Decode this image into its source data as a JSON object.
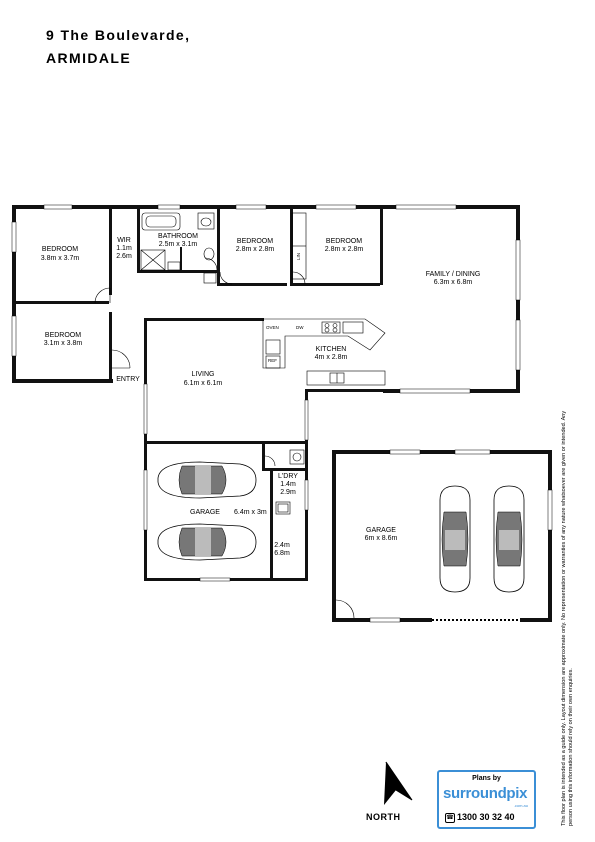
{
  "address": {
    "line1": "9 The Boulevarde,",
    "line2": "ARMIDALE"
  },
  "rooms": {
    "bedroom1": {
      "name": "BEDROOM",
      "size": "3.8m x 3.7m"
    },
    "bedroom2": {
      "name": "BEDROOM",
      "size": "3.1m x 3.8m"
    },
    "wir": {
      "name": "WIR",
      "size1": "1.1m",
      "size2": "2.6m"
    },
    "bathroom": {
      "name": "BATHROOM",
      "size": "2.5m x 3.1m"
    },
    "bedroom3": {
      "name": "BEDROOM",
      "size": "2.8m x 2.8m"
    },
    "bedroom4": {
      "name": "BEDROOM",
      "size": "2.8m x 2.8m"
    },
    "family": {
      "name": "FAMILY / DINING",
      "size": "6.3m x 6.8m"
    },
    "kitchen": {
      "name": "KITCHEN",
      "size": "4m x 2.8m"
    },
    "living": {
      "name": "LIVING",
      "size": "6.1m x 6.1m"
    },
    "entry": {
      "name": "ENTRY"
    },
    "laundry": {
      "name": "L'DRY",
      "size1": "1.4m",
      "size2": "2.9m"
    },
    "garage1": {
      "name": "GARAGE",
      "size": "6.4m x 3m"
    },
    "storage": {
      "size1": "2.4m",
      "size2": "6.8m"
    },
    "garage2": {
      "name": "GARAGE",
      "size": "6m x 8.6m"
    }
  },
  "fixtures": {
    "fridge": "REF",
    "oven": "OVEN",
    "dishwasher": "DW",
    "linen": "LIN"
  },
  "north_label": "NORTH",
  "brand": {
    "plans_by": "Plans by",
    "name": "surroundpix",
    "sub": ".com.au",
    "phone": "1300 30 32 40"
  },
  "disclaimer": "This floor plan is intended as a guide only. Layout dimension are approximate only. No representation or warranties of any nature whatsoever are given or intended. Any person using this information should rely on their own enquiries."
}
